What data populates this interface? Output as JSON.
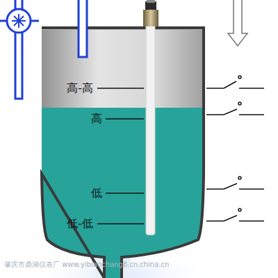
{
  "diagram": {
    "labels": [
      "高-高",
      "高",
      "低",
      "低-低",
      "肇庆市鼎湖仪表厂 www.yibiaochang8.cn.china.cn"
    ]
  }
}
